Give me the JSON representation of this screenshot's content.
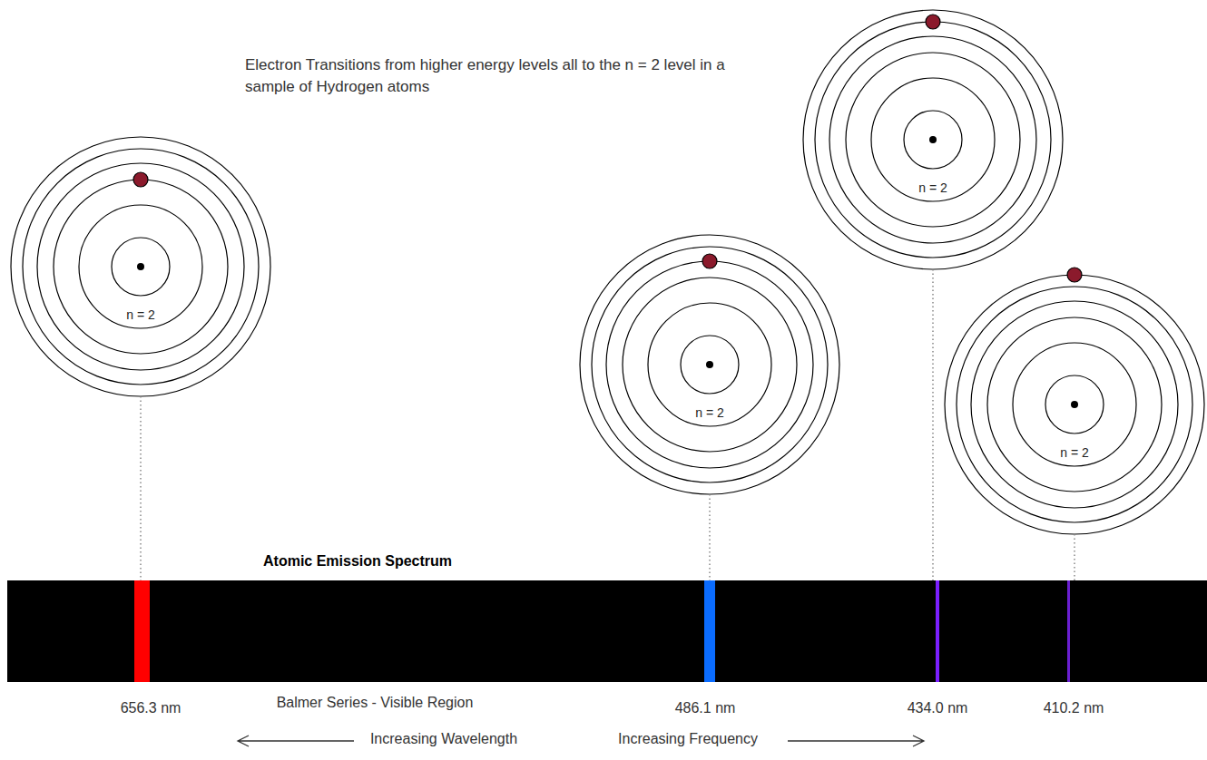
{
  "diagram": {
    "title": "Electron Transitions from higher energy levels all to the n = 2 level in a sample of Hydrogen atoms",
    "nodes": [
      {
        "text": [
          "n = 2"
        ]
      },
      {
        "text": [
          "n = 2"
        ]
      },
      {
        "text": [
          "n = 2"
        ]
      },
      {
        "text": [
          "n = 2"
        ]
      },
      {
        "text": [
          "Atomic Emission Spectrum"
        ]
      }
    ],
    "edges": [
      {
        "from": 0,
        "to": 4,
        "arrow": "none"
      },
      {
        "from": 1,
        "to": 4,
        "arrow": "none"
      },
      {
        "from": 2,
        "to": 4,
        "arrow": "none"
      },
      {
        "from": 3,
        "to": 4,
        "arrow": "none"
      }
    ],
    "labels": [
      "656.3 nm",
      "Balmer Series - Visible Region",
      "486.1 nm",
      "434.0 nm",
      "410.2 nm",
      "Increasing Wavelength",
      "Increasing Frequency"
    ]
  }
}
